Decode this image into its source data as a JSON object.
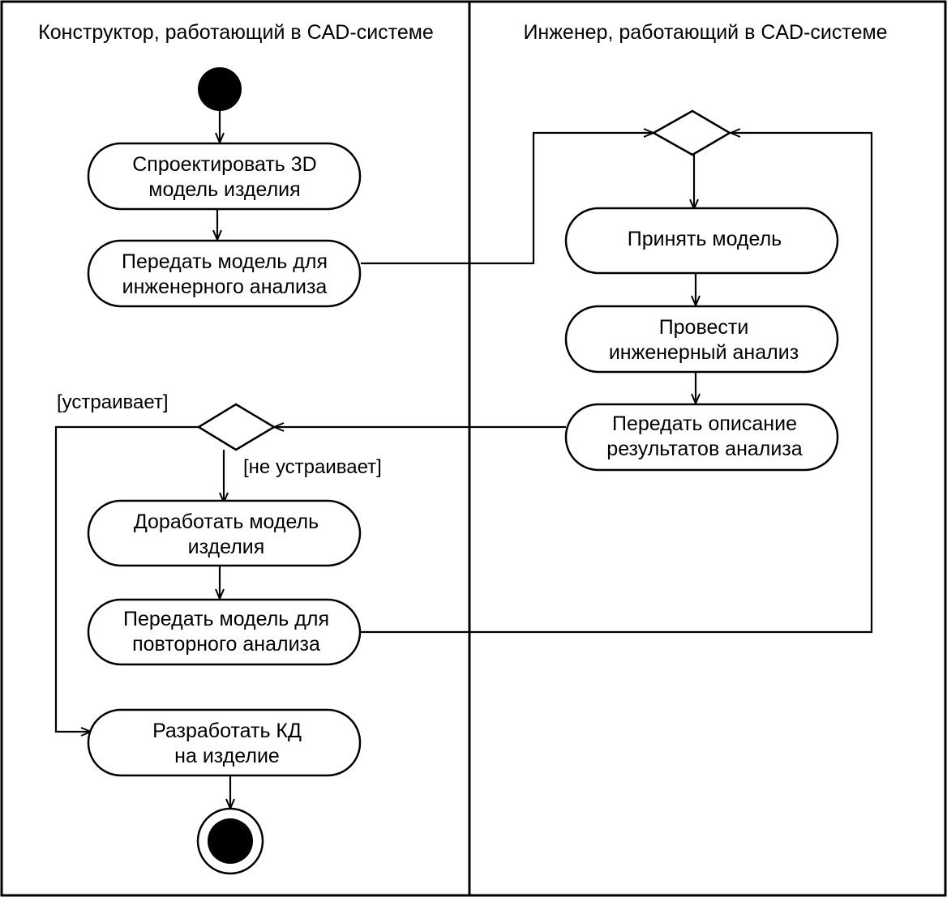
{
  "lanes": [
    {
      "title": "Конструктор, работающий в CAD-системе"
    },
    {
      "title": "Инженер, работающий в CAD-системе"
    }
  ],
  "activities": {
    "design": {
      "line1": "Спроектировать 3D",
      "line2": "модель  изделия"
    },
    "send_analysis": {
      "line1": "Передать модель для",
      "line2": "инженерного анализа"
    },
    "refine": {
      "line1": "Доработать модель",
      "line2": "изделия"
    },
    "send_repeat": {
      "line1": "Передать модель для",
      "line2": "повторного анализа"
    },
    "develop_kd": {
      "line1": "Разработать КД",
      "line2": "на изделие"
    },
    "accept": {
      "line1": "Принять модель"
    },
    "perform": {
      "line1": "Провести",
      "line2": "инженерный анализ"
    },
    "send_results": {
      "line1": "Передать описание",
      "line2": "результатов анализа"
    }
  },
  "guards": {
    "ok": "[устраивает]",
    "not_ok": "[не устраивает]"
  }
}
